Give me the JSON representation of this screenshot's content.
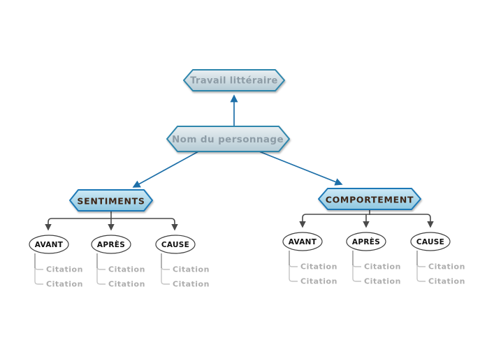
{
  "diagram": {
    "root": {
      "label": "Travail littéraire"
    },
    "main": {
      "label": "Nom du personnage"
    },
    "branches": [
      {
        "label": "SENTIMENTS",
        "children": [
          {
            "label": "AVANT",
            "citations": [
              "Citation",
              "Citation"
            ]
          },
          {
            "label": "APRÈS",
            "citations": [
              "Citation",
              "Citation"
            ]
          },
          {
            "label": "CAUSE",
            "citations": [
              "Citation",
              "Citation"
            ]
          }
        ]
      },
      {
        "label": "COMPORTEMENT",
        "children": [
          {
            "label": "AVANT",
            "citations": [
              "Citation",
              "Citation"
            ]
          },
          {
            "label": "APRÈS",
            "citations": [
              "Citation",
              "Citation"
            ]
          },
          {
            "label": "CAUSE",
            "citations": [
              "Citation",
              "Citation"
            ]
          }
        ]
      }
    ],
    "colors": {
      "background": "#ffffff",
      "top_node_border": "#2e86ac",
      "top_node_fill_start": "#e8eef1",
      "top_node_fill_end": "#b5cad4",
      "top_node_text": "#8d9ca6",
      "category_border": "#1a78b6",
      "category_fill_start": "#cde9f5",
      "category_fill_end": "#8fc7e0",
      "category_text": "#3e2617",
      "leaf_border": "#3f3f3f",
      "leaf_fill": "#ffffff",
      "leaf_text": "#111111",
      "blue_connector": "#1d6fa8",
      "tree_connector": "#4a4a4a",
      "citation_connector": "#c4c4c4",
      "citation_text": "#aeaeae"
    }
  }
}
